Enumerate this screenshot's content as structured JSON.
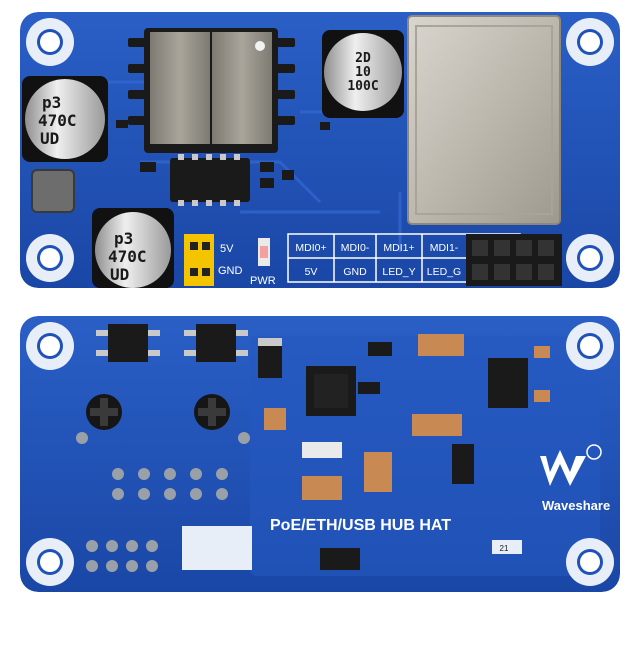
{
  "top_board": {
    "pin_labels": {
      "v5": "5V",
      "gnd": "GND",
      "pwr": "PWR"
    },
    "header_table": {
      "row1": [
        "MDI0+",
        "MDI0-",
        "MDI1+",
        "MDI1-"
      ],
      "row2": [
        "5V",
        "GND",
        "LED_Y",
        "LED_G"
      ]
    },
    "cap_top": {
      "line1": "2D",
      "line2": "10",
      "line3": "100C"
    },
    "cap_left": {
      "line1": "p3",
      "line2": "470C",
      "line3": "UD"
    },
    "cap_bottom": {
      "line1": "p3",
      "line2": "470C",
      "line3": "UD"
    }
  },
  "bottom_board": {
    "title": "PoE/ETH/USB HUB HAT",
    "brand": "Waveshare",
    "small_label": "21"
  },
  "colors": {
    "pcb_blue": "#1f52b8",
    "pcb_dark": "#163f95",
    "mount_white": "#e8eef8",
    "black_component": "#1a1a1a"
  }
}
